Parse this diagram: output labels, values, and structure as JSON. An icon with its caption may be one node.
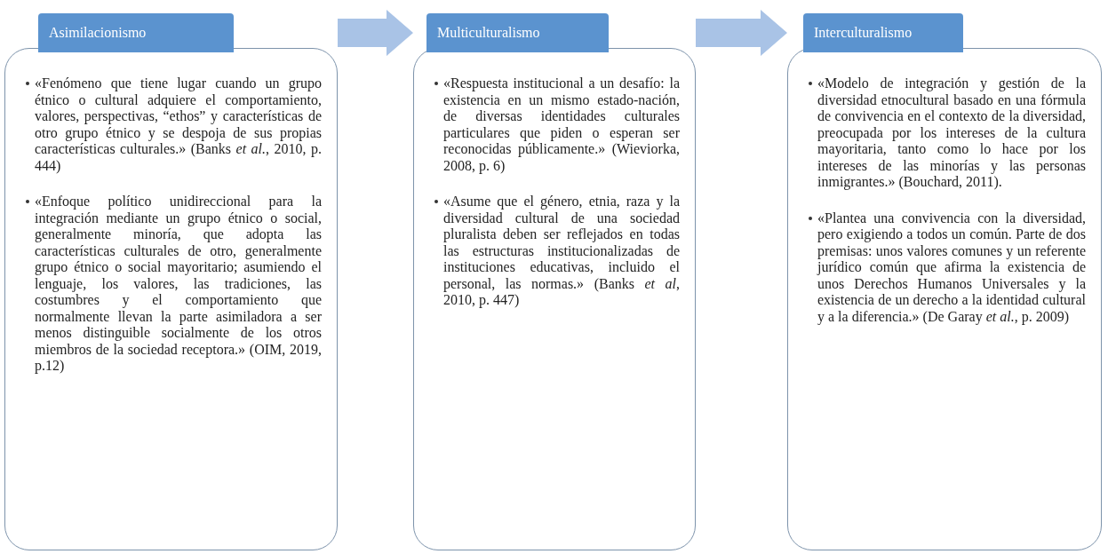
{
  "diagram": {
    "nodes": [
      {
        "text": [
          "Asimilacionismo",
          "«Fenómeno que tiene lugar cuando un grupo étnico o cultural adquiere el comportamiento, valores, perspectivas, “ethos” y características de otro grupo étnico y se despoja de sus propias características culturales.» (Banks *et al.*, 2010, p. 444)",
          "«Enfoque político unidireccional para la integración mediante un grupo étnico o social, generalmente minoría, que adopta las características culturales de otro, generalmente grupo étnico o social mayoritario; asumiendo el lenguaje, los valores, las tradiciones, las costumbres y el comportamiento que normalmente llevan la parte asimiladora a ser menos distinguible socialmente de los otros miembros de la sociedad receptora.» (OIM, 2019, p.12)"
        ]
      },
      {
        "text": [
          "Multiculturalismo",
          "«Respuesta institucional a un desafío: la existencia en un mismo estado-nación, de diversas identidades culturales particulares que piden o esperan ser reconocidas públicamente.» (Wieviorka, 2008, p. 6)",
          "«Asume que el género, etnia, raza y la diversidad cultural de una sociedad pluralista deben ser reflejados en todas las estructuras institucionalizadas de instituciones educativas, incluido el personal, las normas.» (Banks *et al*, 2010, p. 447)"
        ]
      },
      {
        "text": [
          "Interculturalismo",
          "«Modelo de integración y gestión de la diversidad etnocultural basado en una fórmula de convivencia en el contexto de la diversidad, preocupada por los intereses de la cultura mayoritaria, tanto como lo hace por los intereses de las minorías y las personas inmigrantes.» (Bouchard, 2011).",
          "«Plantea una convivencia con la diversidad, pero exigiendo a todos un común. Parte de dos premisas: unos valores comunes y un referente jurídico común que afirma la existencia de unos Derechos Humanos Universales y la existencia de un derecho a la identidad cultural y a la diferencia.» (De Garay *et al.*, p. 2009)"
        ]
      }
    ],
    "edges": [
      {
        "from": 0,
        "to": 1,
        "arrow": "to",
        "style": "thick"
      },
      {
        "from": 1,
        "to": 2,
        "arrow": "to",
        "style": "thick"
      }
    ]
  }
}
